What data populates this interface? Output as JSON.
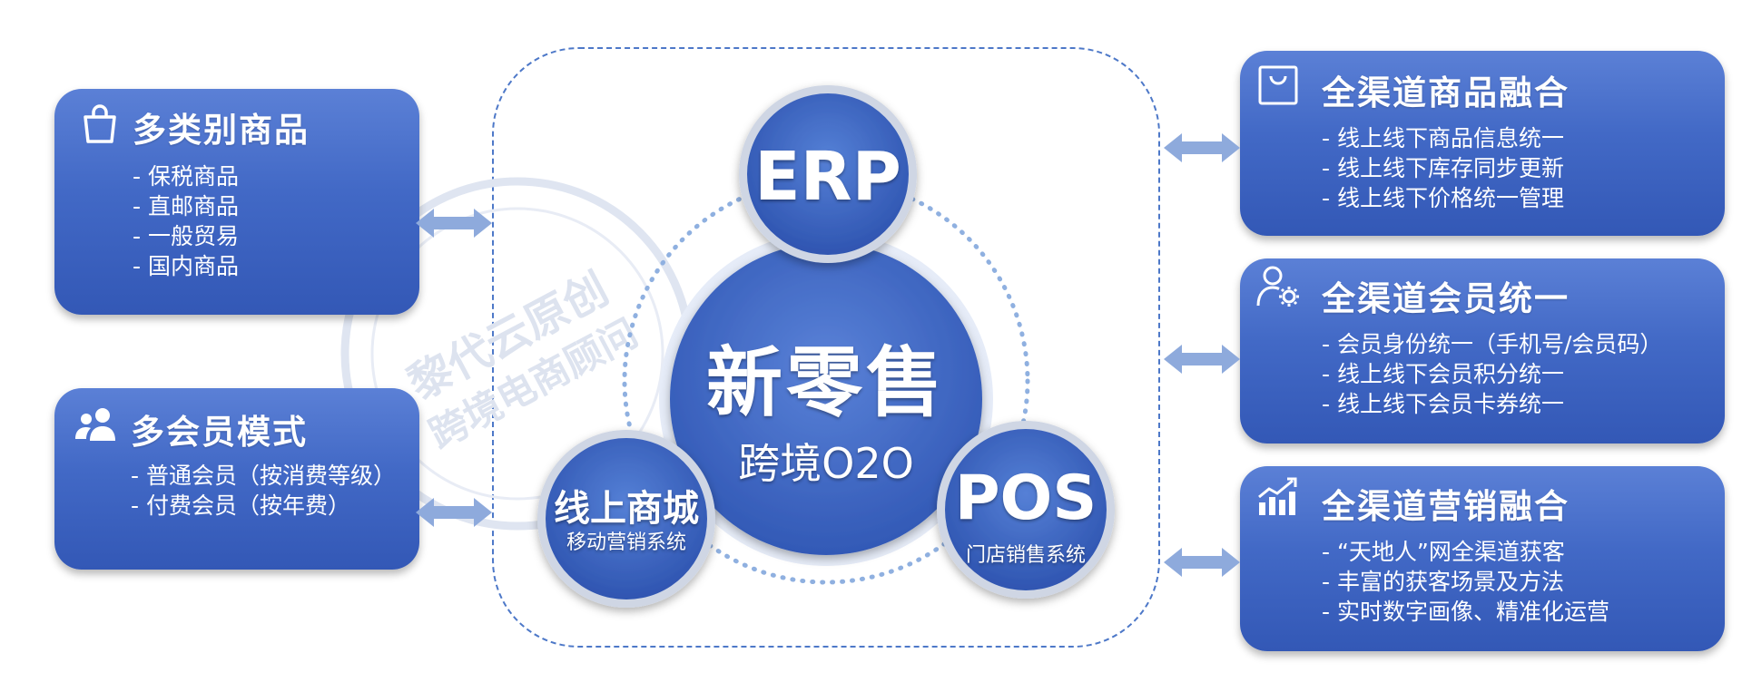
{
  "left_cards": [
    {
      "title": "多类别商品",
      "icon": "shopping-bag-icon",
      "items": [
        "保税商品",
        "直邮商品",
        "一般贸易",
        "国内商品"
      ]
    },
    {
      "title": "多会员模式",
      "icon": "users-icon",
      "items": [
        "普通会员（按消费等级）",
        "付费会员（按年费）"
      ]
    }
  ],
  "right_cards": [
    {
      "title": "全渠道商品融合",
      "icon": "shopping-bag-outline-icon",
      "items": [
        "线上线下商品信息统一",
        "线上线下库存同步更新",
        "线上线下价格统一管理"
      ]
    },
    {
      "title": "全渠道会员统一",
      "icon": "user-gear-icon",
      "items": [
        "会员身份统一（手机号/会员码）",
        "线上线下会员积分统一",
        "线上线下会员卡券统一"
      ]
    },
    {
      "title": "全渠道营销融合",
      "icon": "growth-chart-icon",
      "items": [
        "“天地人”网全渠道获客",
        "丰富的获客场景及方法",
        "实时数字画像、精准化运营"
      ]
    }
  ],
  "center": {
    "title": "新零售",
    "subtitle": "跨境O2O"
  },
  "erp": {
    "label": "ERP"
  },
  "online_mall": {
    "title": "线上商城",
    "subtitle": "移动营销系统"
  },
  "pos": {
    "title": "POS",
    "subtitle": "门店销售系统"
  },
  "watermark": {
    "line1": "黎代云原创",
    "line2": "跨境电商顾问"
  },
  "colors": {
    "card_top": "#5b80d6",
    "card_bottom": "#3358b6",
    "circle_blue": "#3f66c4",
    "arrow": "#8eaadc",
    "frame_dash": "#4d78c8"
  }
}
